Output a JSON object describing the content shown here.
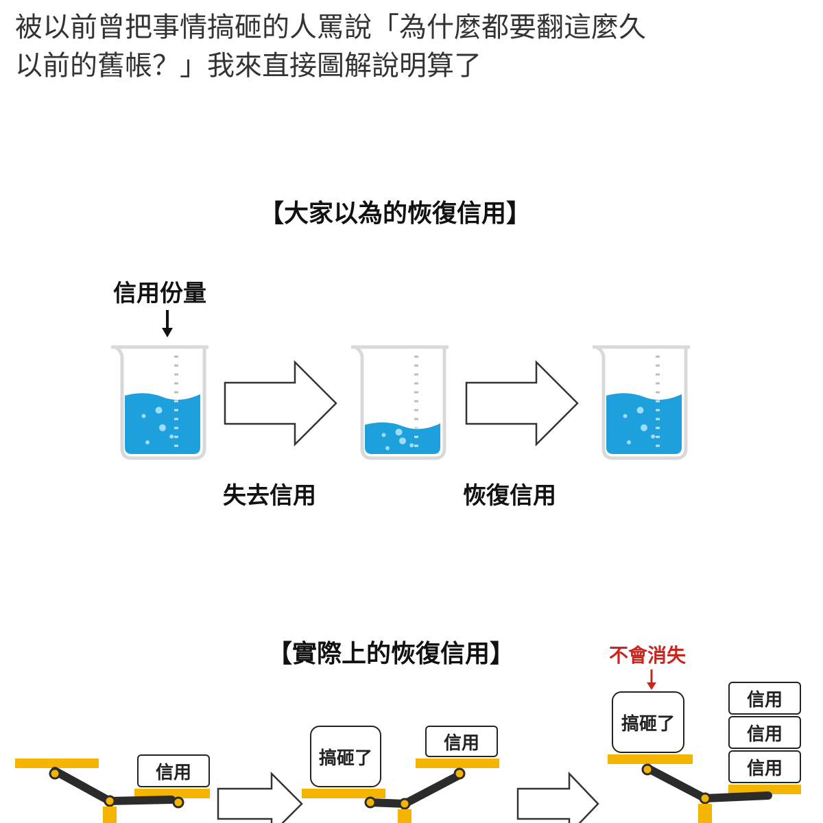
{
  "caption": {
    "line1": "被以前曾把事情搞砸的人罵說「為什麼都要翻這麼久",
    "line2": "以前的舊帳？」我來直接圖解說明算了"
  },
  "perceived": {
    "title": "【大家以為的恢復信用】",
    "pointer_label": "信用份量",
    "beakers": [
      {
        "level": 0.6
      },
      {
        "level": 0.3
      },
      {
        "level": 0.6
      }
    ],
    "arrow1_label": "失去信用",
    "arrow2_label": "恢復信用"
  },
  "actual": {
    "title": "【實際上的恢復信用】",
    "note": "不會消失",
    "scale1": {
      "right_box": "信用"
    },
    "scale2": {
      "left_box": "搞砸了",
      "right_box": "信用"
    },
    "scale3": {
      "left_box": "搞砸了",
      "right_boxes": [
        "信用",
        "信用",
        "信用"
      ]
    }
  },
  "colors": {
    "water": "#1ea0dc",
    "scale_yellow": "#f5b400",
    "scale_arm": "#2b2b2b",
    "note_red": "#c8261e"
  }
}
